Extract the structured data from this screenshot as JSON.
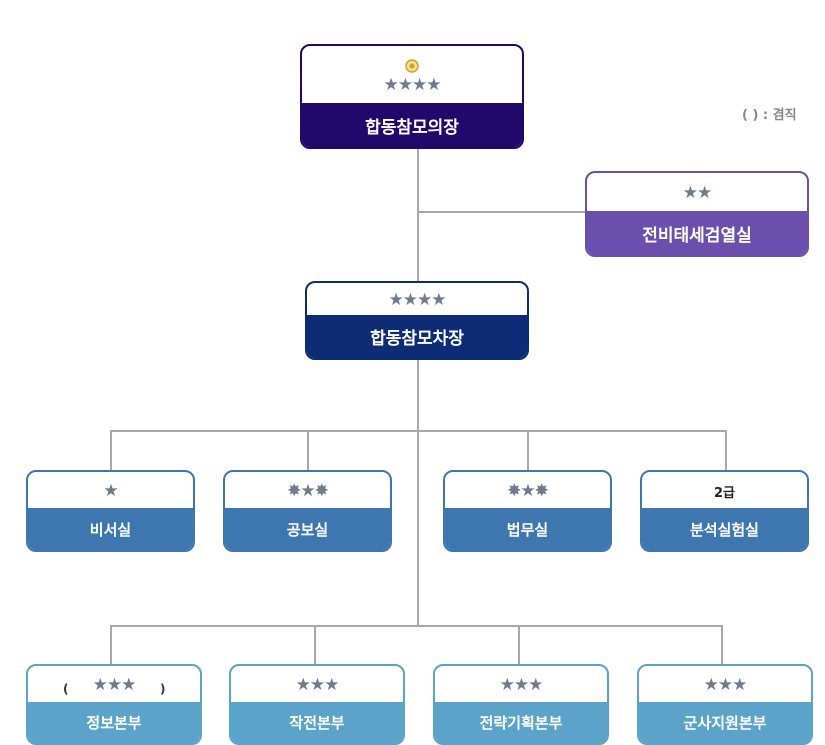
{
  "legend": "( ) : 겸직",
  "chairman": {
    "label": "합동참모의장",
    "rank": "★★★★",
    "badge": "seal-icon"
  },
  "inspection": {
    "label": "전비태세검열실",
    "rank": "★★"
  },
  "vice": {
    "label": "합동참모차장",
    "rank": "★★★★"
  },
  "offices": [
    {
      "label": "비서실",
      "rank": "★"
    },
    {
      "label": "공보실",
      "rank": "✸★✸"
    },
    {
      "label": "법무실",
      "rank": "✸★✸"
    },
    {
      "label": "분석실험실",
      "rank": "2급"
    }
  ],
  "divisions": [
    {
      "label": "정보본부",
      "rank": "★★★",
      "paren_open": "(",
      "paren_close": ")"
    },
    {
      "label": "작전본부",
      "rank": "★★★"
    },
    {
      "label": "전략기획본부",
      "rank": "★★★"
    },
    {
      "label": "군사지원본부",
      "rank": "★★★"
    }
  ],
  "colors": {
    "chairman": "#21096b",
    "inspection": "#6a4fad",
    "vice": "#0e2c75",
    "office": "#3e76b0",
    "division": "#5ba3c9",
    "connector": "#a8a8a8"
  }
}
